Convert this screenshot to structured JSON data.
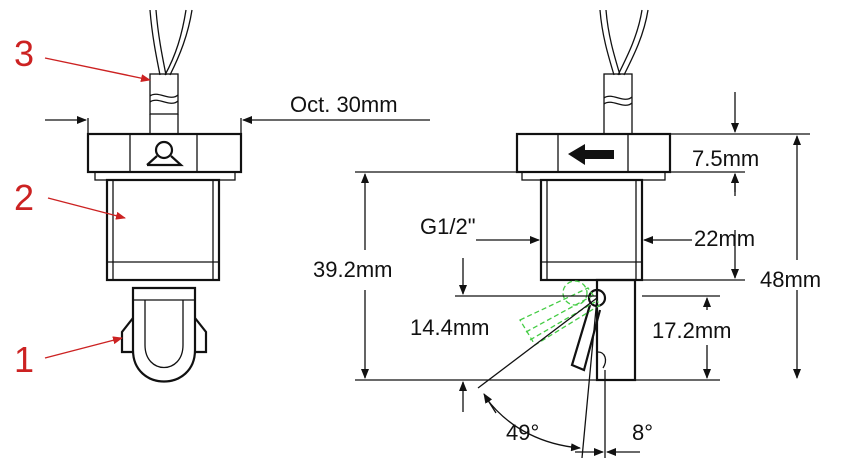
{
  "callouts": {
    "c1": "1",
    "c2": "2",
    "c3": "3"
  },
  "dimensions": {
    "oct": "Oct. 30mm",
    "d7_5": "7.5mm",
    "g12": "G1/2\"",
    "d22": "22mm",
    "d39_2": "39.2mm",
    "d48": "48mm",
    "d14_4": "14.4mm",
    "d17_2": "17.2mm",
    "a49": "49°",
    "a8": "8°"
  },
  "colors": {
    "line": "#111111",
    "callout": "#cc2222",
    "swing": "#44cc44"
  }
}
